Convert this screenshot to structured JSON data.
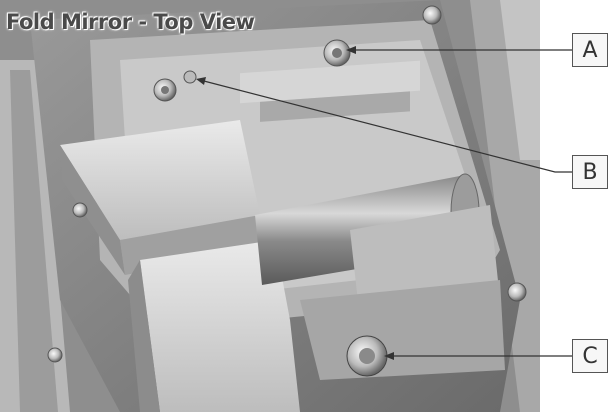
{
  "title": "Fold Mirror - Top View",
  "callouts": [
    {
      "label": "A"
    },
    {
      "label": "B"
    },
    {
      "label": "C"
    }
  ]
}
